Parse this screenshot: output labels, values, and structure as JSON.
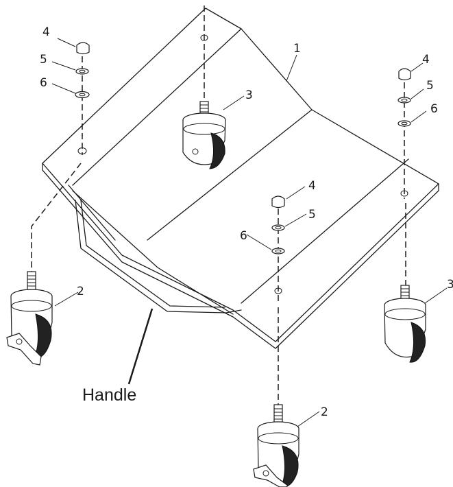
{
  "labels": {
    "tray": "1",
    "caster_locking": "2",
    "caster_plain": "3",
    "bolt": "4",
    "washer_a": "5",
    "washer_b": "6",
    "handle": "Handle"
  }
}
